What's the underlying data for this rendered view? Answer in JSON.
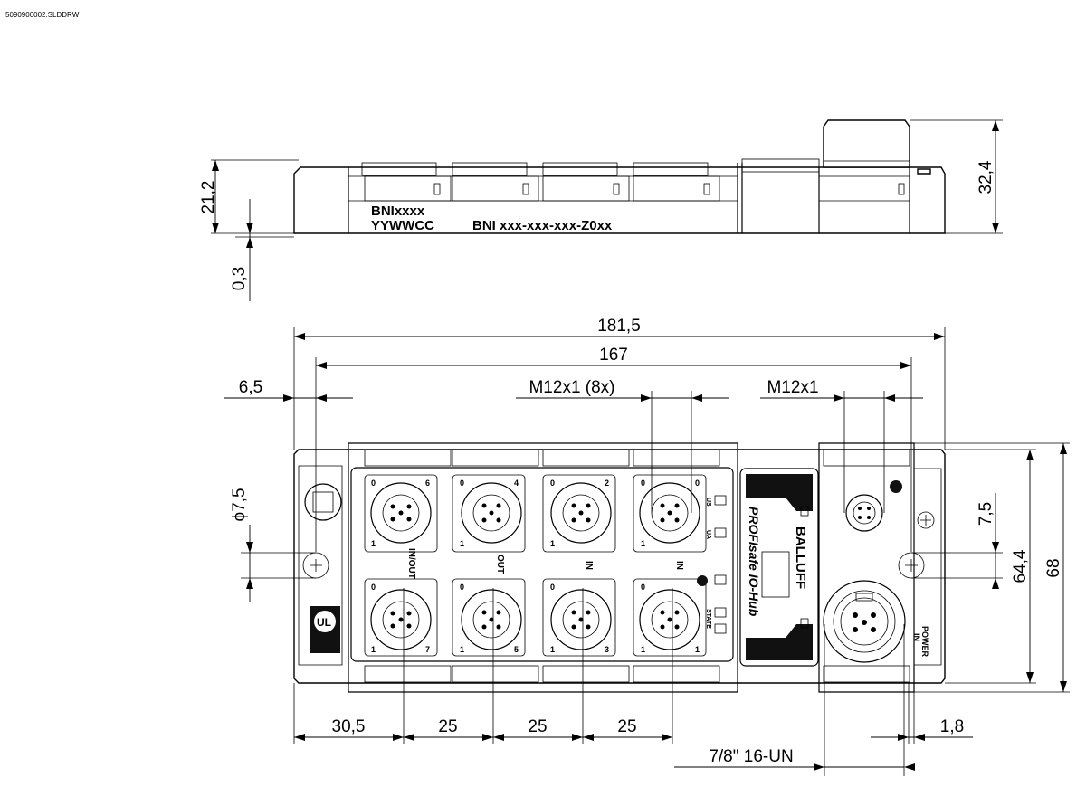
{
  "file_label": "5090900002.SLDDRW",
  "side_view": {
    "marking_line1": "BNIxxxx",
    "marking_line2": "YYWWCC",
    "part_code": "BNI xxx-xxx-xxx-Z0xx",
    "dims": {
      "height_body": "21,2",
      "base_gap": "0,3",
      "height_total": "32,4"
    }
  },
  "front_view": {
    "dims": {
      "overall_length": "181,5",
      "hole_spacing": "167",
      "hole_offset": "6,5",
      "port_thread": "M12x1  (8x)",
      "aux_thread": "M12x1",
      "hole_diameter": "ϕ7,5",
      "hole_height": "7,5",
      "inner_height": "64,4",
      "overall_height": "68",
      "first_port_offset": "30,5",
      "port_pitch_1": "25",
      "port_pitch_2": "25",
      "port_pitch_3": "25",
      "power_thread": "7/8\" 16-UN",
      "power_offset": "1,8"
    },
    "port_labels": {
      "inout": "IN/OUT",
      "out": "OUT",
      "in_a": "IN",
      "in_b": "IN"
    },
    "pin_numbers": {
      "top": [
        "0",
        "6",
        "0",
        "4",
        "0",
        "2",
        "0",
        "0"
      ],
      "top_lower": [
        "1",
        "1",
        "1",
        "1"
      ],
      "bottom": [
        "0",
        "0",
        "0",
        "0"
      ],
      "bottom_lower": [
        "1",
        "7",
        "1",
        "5",
        "1",
        "3",
        "1",
        "1"
      ]
    },
    "led_labels": {
      "us": "US",
      "ua": "UA",
      "state": "STATE"
    },
    "module_title": "PROFIsafe IO-Hub",
    "brand": "BALLUFF",
    "power_label_1": "POWER",
    "power_label_2": "IN",
    "ul_mark": "UL"
  }
}
